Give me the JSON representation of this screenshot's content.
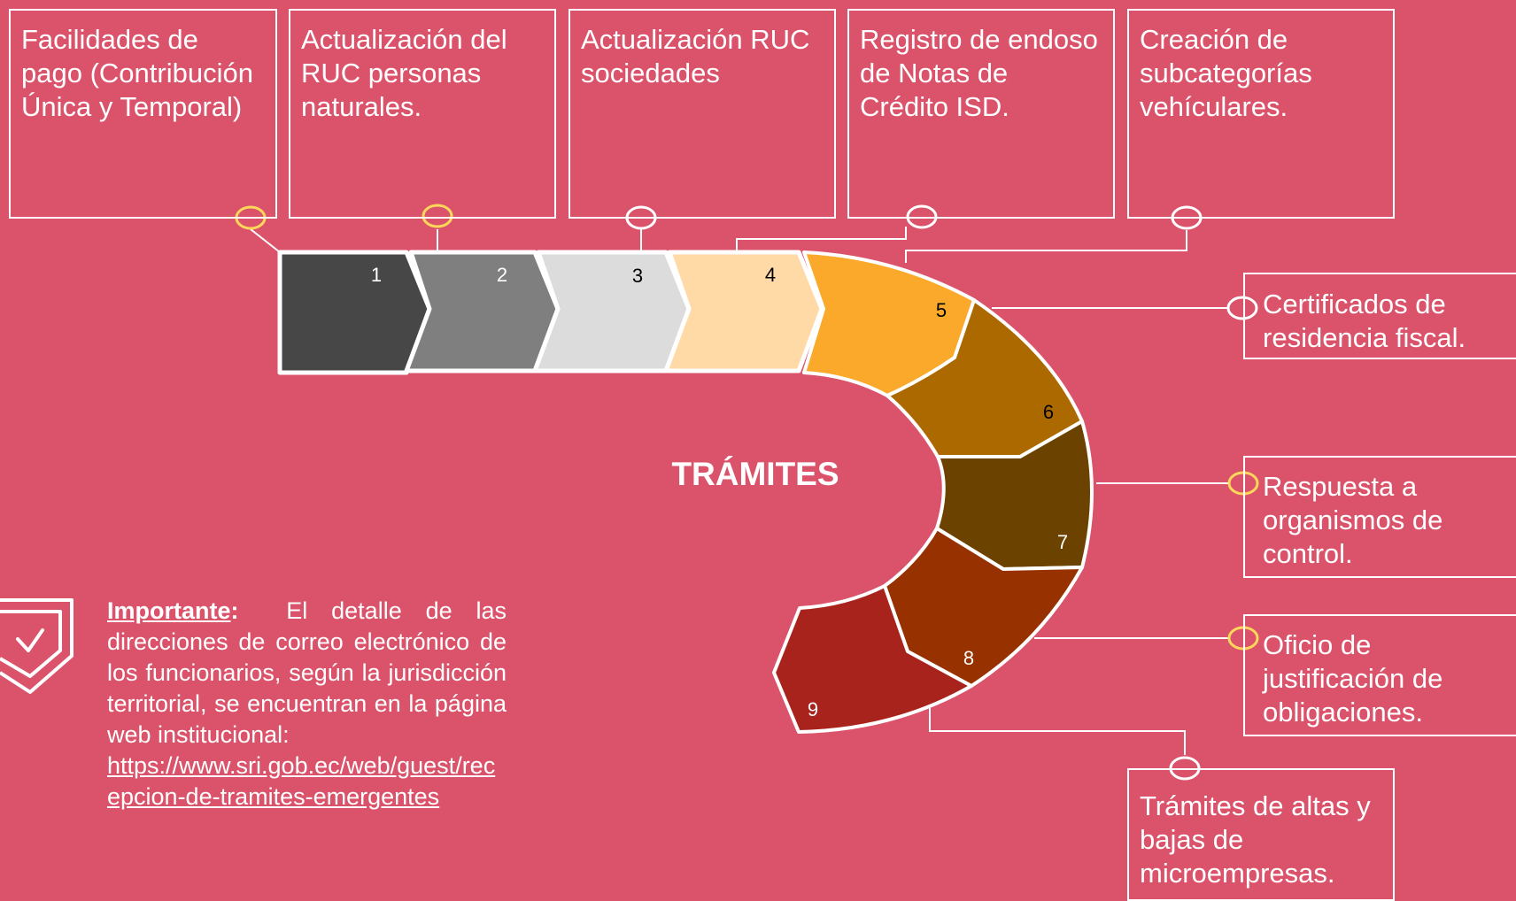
{
  "title": "TRÁMITES",
  "colors": {
    "background": "#da536b",
    "step_1": "#474747",
    "step_2": "#7f7f7f",
    "step_3": "#dcdcdc",
    "step_4": "#ffdaa7",
    "step_5": "#fba92a",
    "step_6": "#ac6900",
    "step_7": "#6c4200",
    "step_8": "#973200",
    "step_9": "#a9231d"
  },
  "steps": [
    {
      "number": "1",
      "label": "Facilidades de pago (Contribución Única y Temporal)"
    },
    {
      "number": "2",
      "label": "Actualización del RUC personas naturales."
    },
    {
      "number": "3",
      "label": "Actualización RUC sociedades"
    },
    {
      "number": "4",
      "label": "Registro de endoso de Notas de Crédito ISD."
    },
    {
      "number": "5",
      "label": "Creación de subcategorías vehículares."
    },
    {
      "number": "6",
      "label": "Certificados de residencia fiscal."
    },
    {
      "number": "7",
      "label": "Respuesta a organismos de control."
    },
    {
      "number": "8",
      "label": "Oficio de justificación de obligaciones."
    },
    {
      "number": "9",
      "label": "Trámites de altas y bajas de microempresas."
    }
  ],
  "note": {
    "icon": "shield-check-icon",
    "label": "Importante",
    "text": "El detalle de las direcciones de correo electrónico de los funcionarios, según la jurisdicción territorial, se encuentran en la página web institucional:",
    "url": "https://www.sri.gob.ec/web/guest/recepcion-de-tramites-emergentes"
  }
}
